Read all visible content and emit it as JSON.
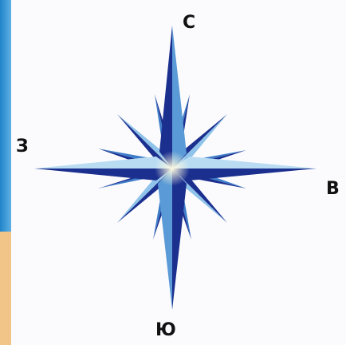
{
  "labels": {
    "north": "С",
    "west": "З",
    "east": "В",
    "south": "Ю"
  },
  "colors": {
    "dark_blue": "#1b2f8f",
    "mid_blue": "#3d7cc8",
    "light_blue": "#b9dcf3",
    "highlight": "#fff6c8",
    "edge_strip": "#1f83c9",
    "edge_orange": "#f1c587"
  }
}
